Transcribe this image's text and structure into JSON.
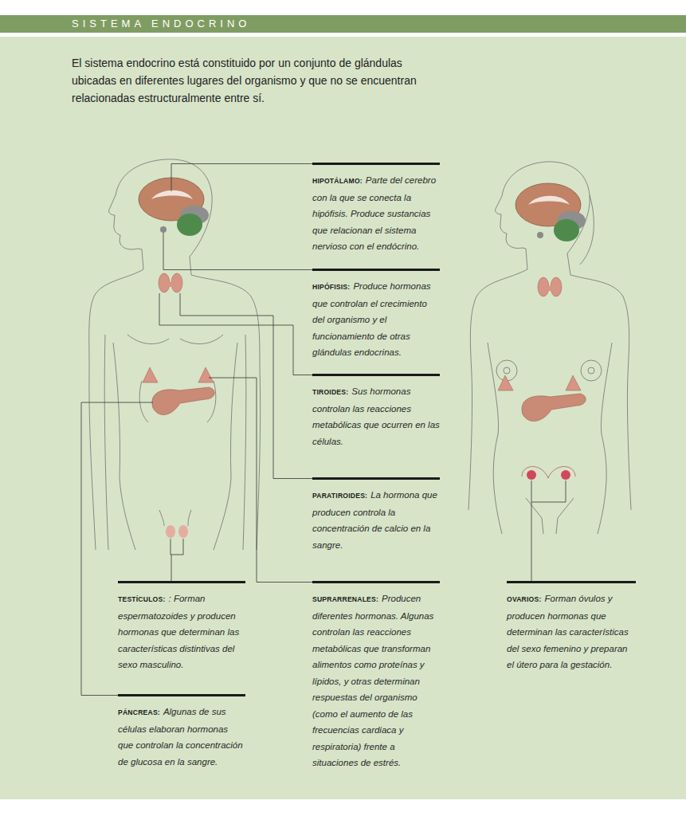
{
  "diagram": {
    "title": "SISTEMA ENDOCRINO",
    "nodes": [
      {
        "text": [
          "HIPOTÁLAMO:",
          "Parte del cerebro con la que se conecta la hipófisis. Produce sustancias que relacionan el sistema nervioso con el endócrino."
        ]
      },
      {
        "text": [
          "HIPÓFISIS:",
          "Produce hormonas que controlan el crecimiento del organismo y el funcionamiento de otras glándulas endocrinas."
        ]
      },
      {
        "text": [
          "TIROIDES:",
          "Sus hormonas controlan las reacciones metabólicas que ocurren en las células."
        ]
      },
      {
        "text": [
          "PARATIROIDES:",
          "La hormona que producen controla la concentración de calcio en la sangre."
        ]
      },
      {
        "text": [
          "TESTÍCULOS:",
          ": Forman espermatozoides y producen hormonas que determinan las características distintivas del sexo masculino."
        ]
      },
      {
        "text": [
          "SUPRARRENALES:",
          "Producen diferentes hormonas. Algunas controlan las reacciones metabólicas que transforman alimentos como proteínas y lípidos, y otras determinan respuestas del organismo (como el aumento de las frecuencias cardiaca y respiratoria) frente a situaciones de estrés."
        ]
      },
      {
        "text": [
          "OVARIOS:",
          "Forman óvulos y producen hormonas que determinan las características del sexo femenino y preparan el útero para la gestación."
        ]
      },
      {
        "text": [
          "PÁNCREAS:",
          "Algunas de sus células elaboran hormonas que controlan la concentración de glucosa en la sangre."
        ]
      }
    ],
    "labels": [
      "El sistema endocrino está constituido por un conjunto de glándulas ubicadas en diferentes lugares del organismo y que no se encuentran relacionadas estructuralmente entre sí."
    ]
  }
}
